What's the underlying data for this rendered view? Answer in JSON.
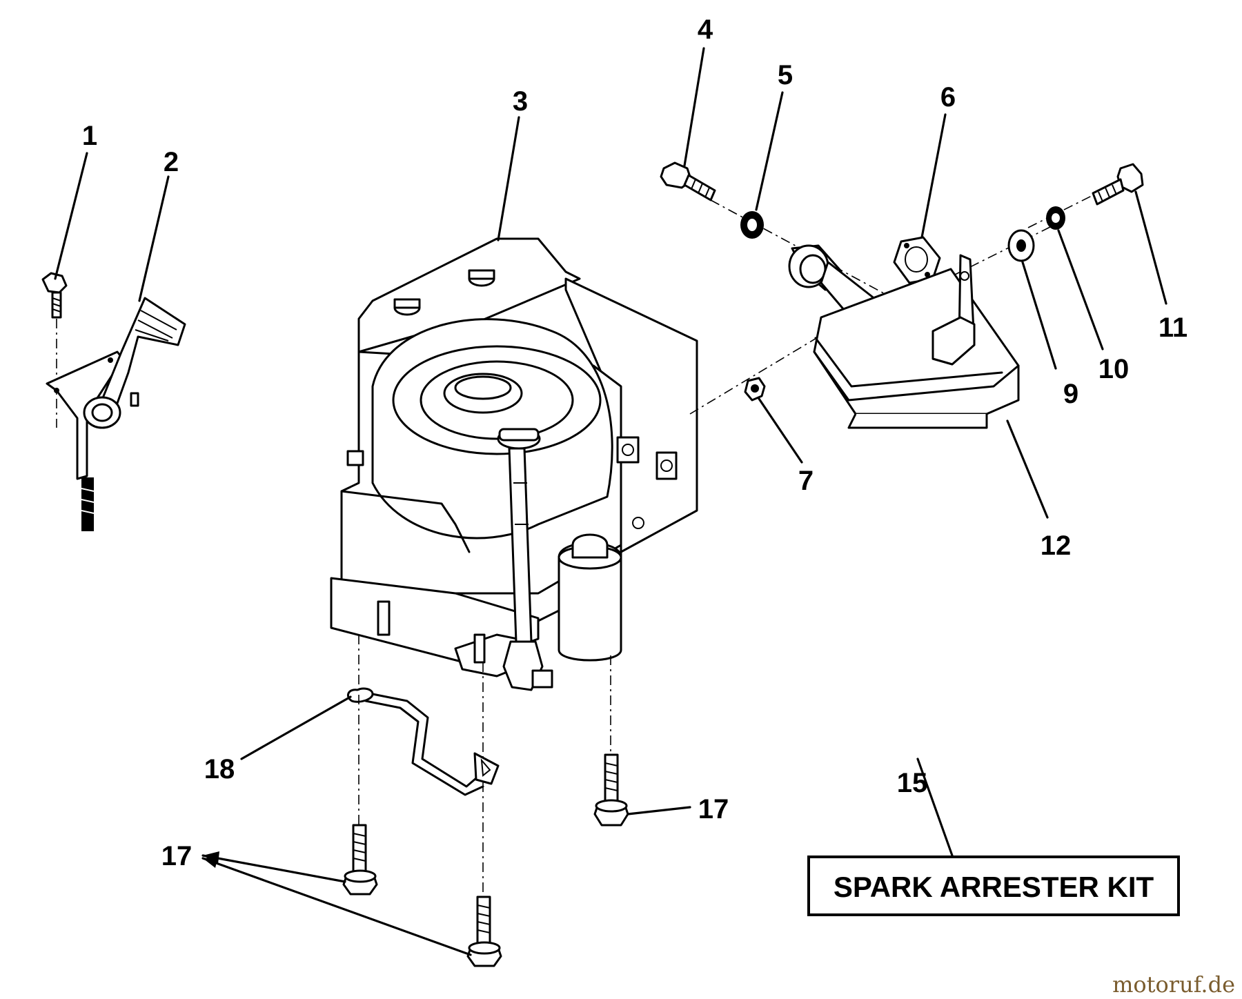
{
  "callouts": [
    {
      "num": "1",
      "part": "bolt"
    },
    {
      "num": "2",
      "part": "throttle-control"
    },
    {
      "num": "3",
      "part": "engine"
    },
    {
      "num": "4",
      "part": "bolt"
    },
    {
      "num": "5",
      "part": "lock-washer"
    },
    {
      "num": "6",
      "part": "gasket"
    },
    {
      "num": "7",
      "part": "nut"
    },
    {
      "num": "9",
      "part": "washer"
    },
    {
      "num": "10",
      "part": "lock-washer"
    },
    {
      "num": "11",
      "part": "bolt"
    },
    {
      "num": "12",
      "part": "muffler"
    },
    {
      "num": "15",
      "part": "spark-arrester-kit"
    },
    {
      "num": "17",
      "part": "engine-mount-bolts"
    },
    {
      "num": "17",
      "part": "engine-mount-bolt"
    },
    {
      "num": "18",
      "part": "wire-guide"
    }
  ],
  "kit_box": {
    "label": "SPARK ARRESTER KIT"
  },
  "watermark": {
    "text": "motoruf",
    "suffix": ".de",
    "color": "#7a5c2e"
  }
}
